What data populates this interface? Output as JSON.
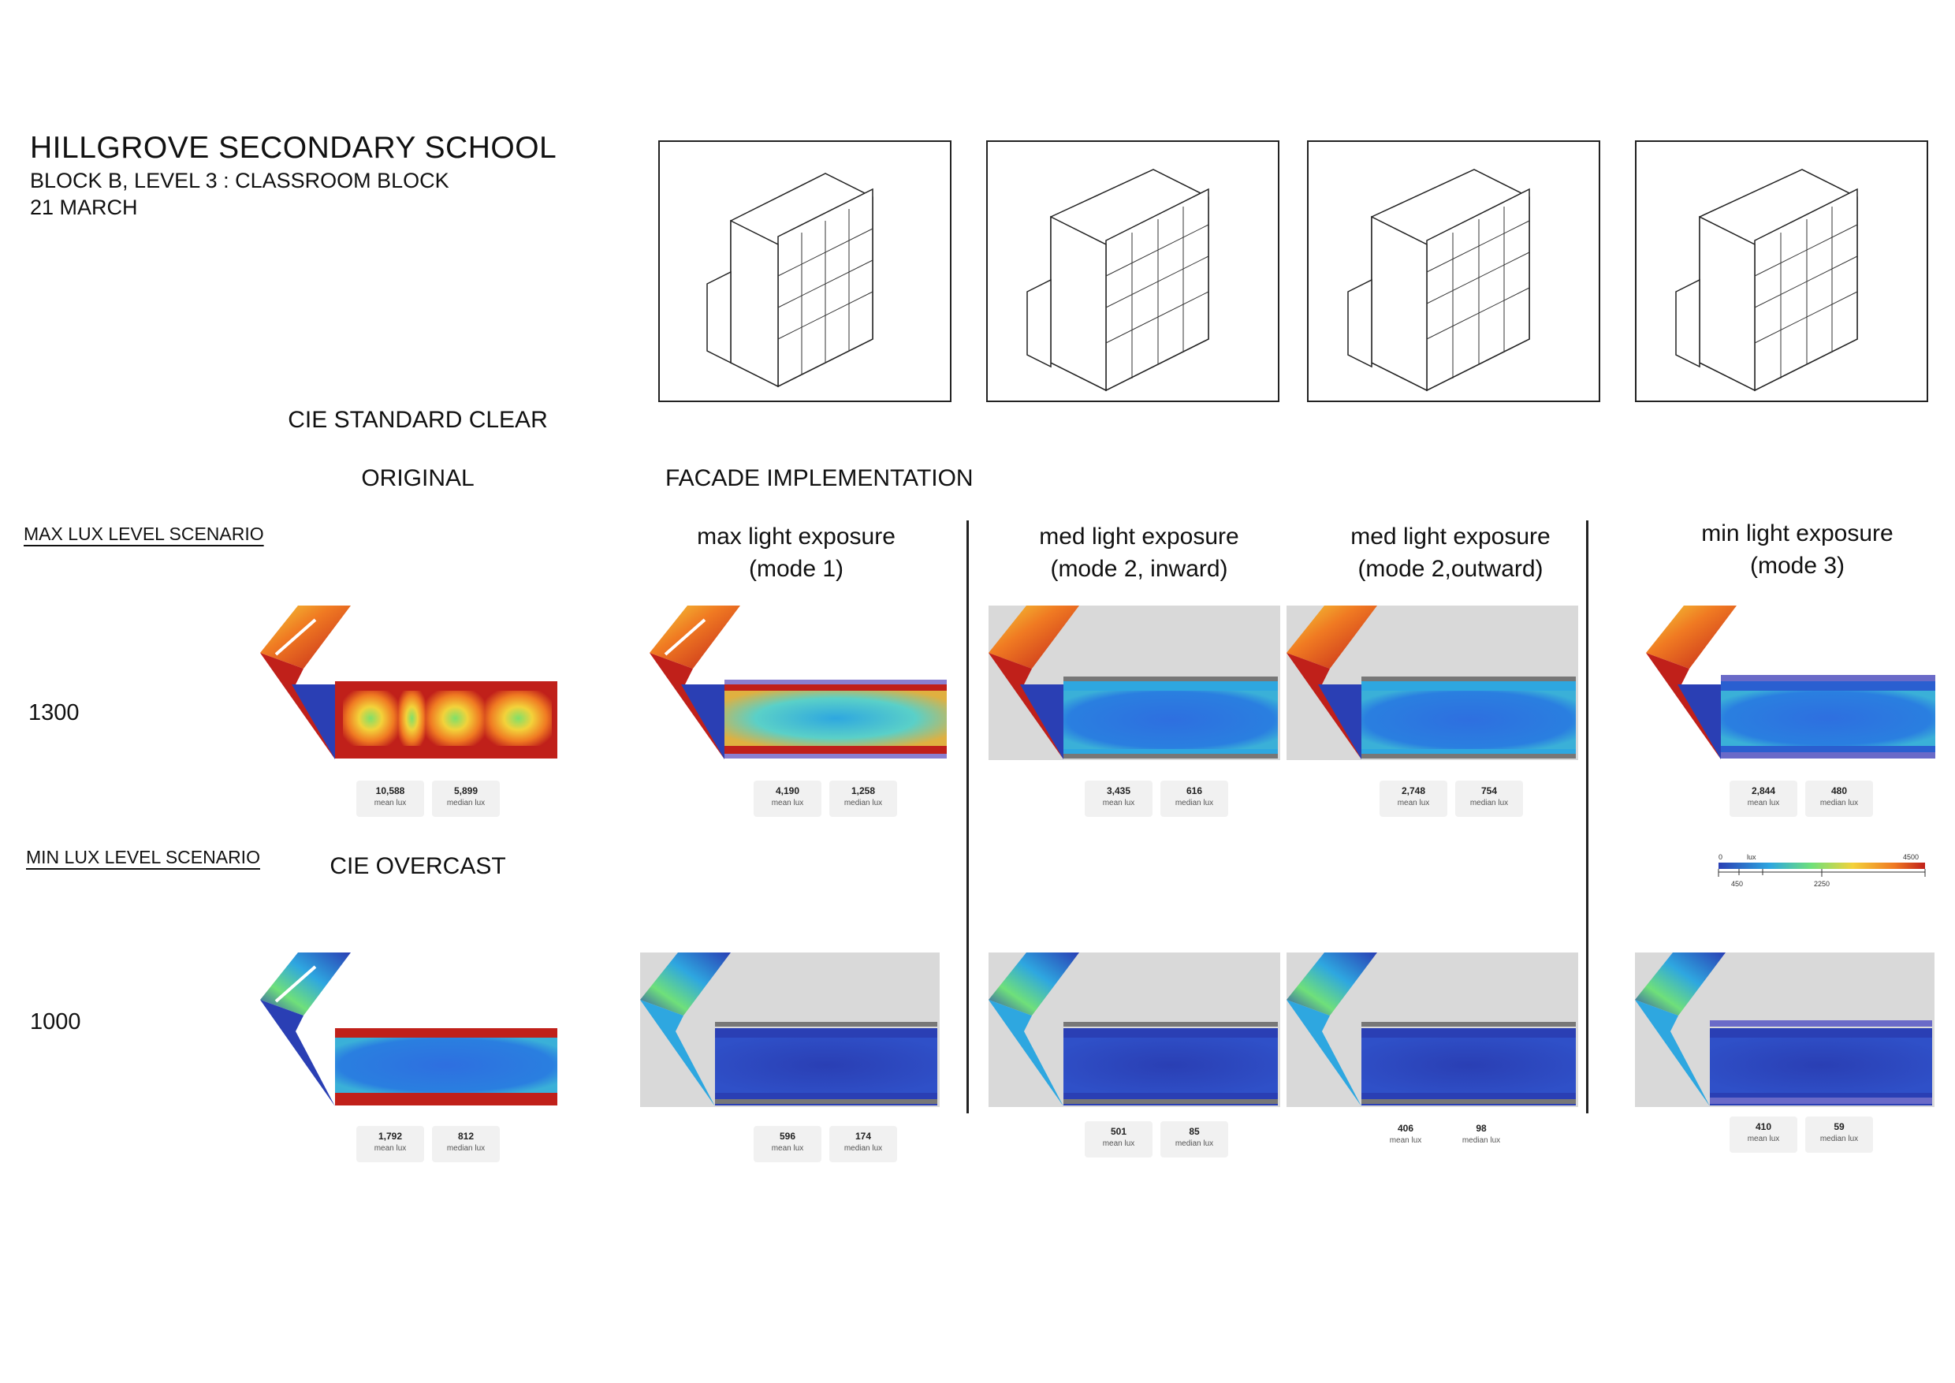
{
  "title": "HILLGROVE SECONDARY SCHOOL",
  "subtitle1": "BLOCK B, LEVEL 3 : CLASSROOM BLOCK",
  "subtitle2": "21 MARCH",
  "headers": {
    "clear_sky": "CIE STANDARD CLEAR",
    "original": "ORIGINAL",
    "facade": "FACADE IMPLEMENTATION",
    "overcast": "CIE OVERCAST"
  },
  "scenarios": {
    "max": "MAX LUX LEVEL SCENARIO",
    "min": "MIN LUX LEVEL SCENARIO"
  },
  "lux_levels": {
    "max": "1300",
    "min": "1000"
  },
  "modes": [
    {
      "line1": "max light exposure",
      "line2": "(mode 1)"
    },
    {
      "line1": "med light exposure",
      "line2": "(mode 2, inward)"
    },
    {
      "line1": "med light exposure",
      "line2": "(mode 2,outward)"
    },
    {
      "line1": "min light exposure",
      "line2": "(mode 3)"
    }
  ],
  "stat_labels": {
    "mean": "mean lux",
    "median": "median lux"
  },
  "results_clear": [
    {
      "mean": "10,588",
      "median": "5,899"
    },
    {
      "mean": "4,190",
      "median": "1,258"
    },
    {
      "mean": "3,435",
      "median": "616"
    },
    {
      "mean": "2,748",
      "median": "754"
    },
    {
      "mean": "2,844",
      "median": "480"
    }
  ],
  "results_overcast": [
    {
      "mean": "1,792",
      "median": "812"
    },
    {
      "mean": "596",
      "median": "174"
    },
    {
      "mean": "501",
      "median": "85"
    },
    {
      "mean": "406",
      "median": "98"
    },
    {
      "mean": "410",
      "median": "59"
    }
  ],
  "colorbar": {
    "min": "0",
    "lux": "lux",
    "max": "4500",
    "tick1": "450",
    "tick2": "2250"
  },
  "colors": {
    "red": "#c0201a",
    "blue": "#2a3fb4",
    "cyan": "#2ea7e0",
    "green": "#6fe07a",
    "yellow": "#f3d23a",
    "orange": "#f07a22"
  }
}
